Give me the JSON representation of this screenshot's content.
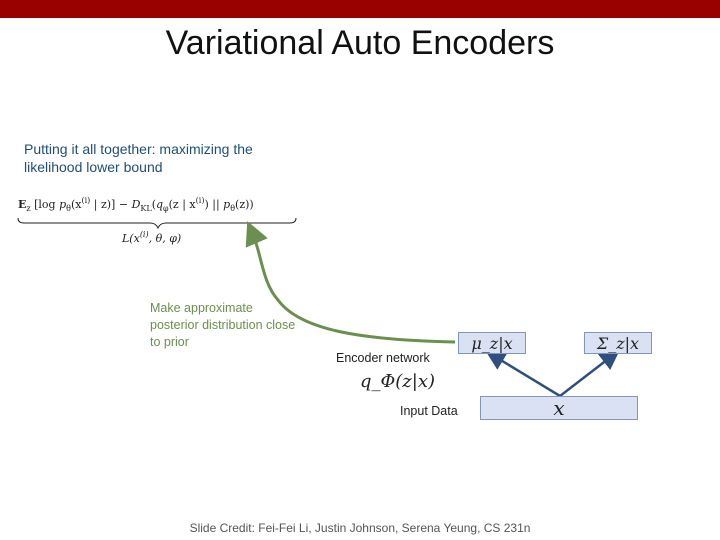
{
  "slide": {
    "title": "Variational Auto Encoders",
    "intro_text": "Putting it all together: maximizing the likelihood lower bound",
    "formula": {
      "expectation": "E_z[log p_θ(x^(i) | z)] − D_KL(q_φ(z | x^(i)) || p_θ(z))",
      "underbrace_label": "L(x^(i), θ, φ)"
    },
    "callout_text": "Make approximate posterior distribution close to prior",
    "encoder_label": "Encoder network",
    "encoder_symbol": "q_Φ(z|x)",
    "input_label": "Input Data",
    "mu_label": "μ_z|x",
    "sigma_label": "Σ_z|x",
    "x_label": "x",
    "credit": "Slide Credit: Fei-Fei Li, Justin Johnson, Serena Yeung, CS 231n"
  },
  "colors": {
    "top_bar": "#990000",
    "callout": "#6b8f4e",
    "box_fill": "#d9e1f2",
    "arrow_blue": "#2f4f7f"
  }
}
